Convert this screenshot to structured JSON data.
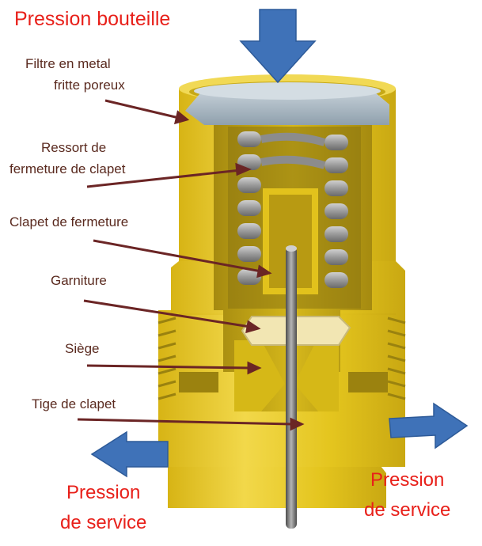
{
  "titles": {
    "top": "Pression bouteille",
    "bottom_left": [
      "Pression",
      "de service"
    ],
    "bottom_right": [
      "Pression",
      "de service"
    ]
  },
  "labels": [
    {
      "key": "filtre",
      "lines": [
        "Filtre en metal",
        "fritte poreux"
      ]
    },
    {
      "key": "ressort",
      "lines": [
        "Ressort de",
        "fermeture de clapet"
      ]
    },
    {
      "key": "clapet",
      "lines": [
        "Clapet de fermeture"
      ]
    },
    {
      "key": "garniture",
      "lines": [
        "Garniture"
      ]
    },
    {
      "key": "siege",
      "lines": [
        "Siège"
      ]
    },
    {
      "key": "tige",
      "lines": [
        "Tige de clapet"
      ]
    }
  ],
  "colors": {
    "title_red": "#e8201a",
    "label_text": "#5a2a1f",
    "leader": "#6b2525",
    "flow_arrow": "#3f72b8",
    "body_yellow": "#e8c91c",
    "body_shadow": "#b59a12",
    "filter_grey": "#a9b7c2",
    "spring_grey": "#8e8e8e",
    "garniture": "#f2e6b3",
    "stem": "#6f6f6f"
  },
  "icons": [
    "flow-arrow-down-icon",
    "flow-arrow-left-icon",
    "flow-arrow-right-icon"
  ]
}
